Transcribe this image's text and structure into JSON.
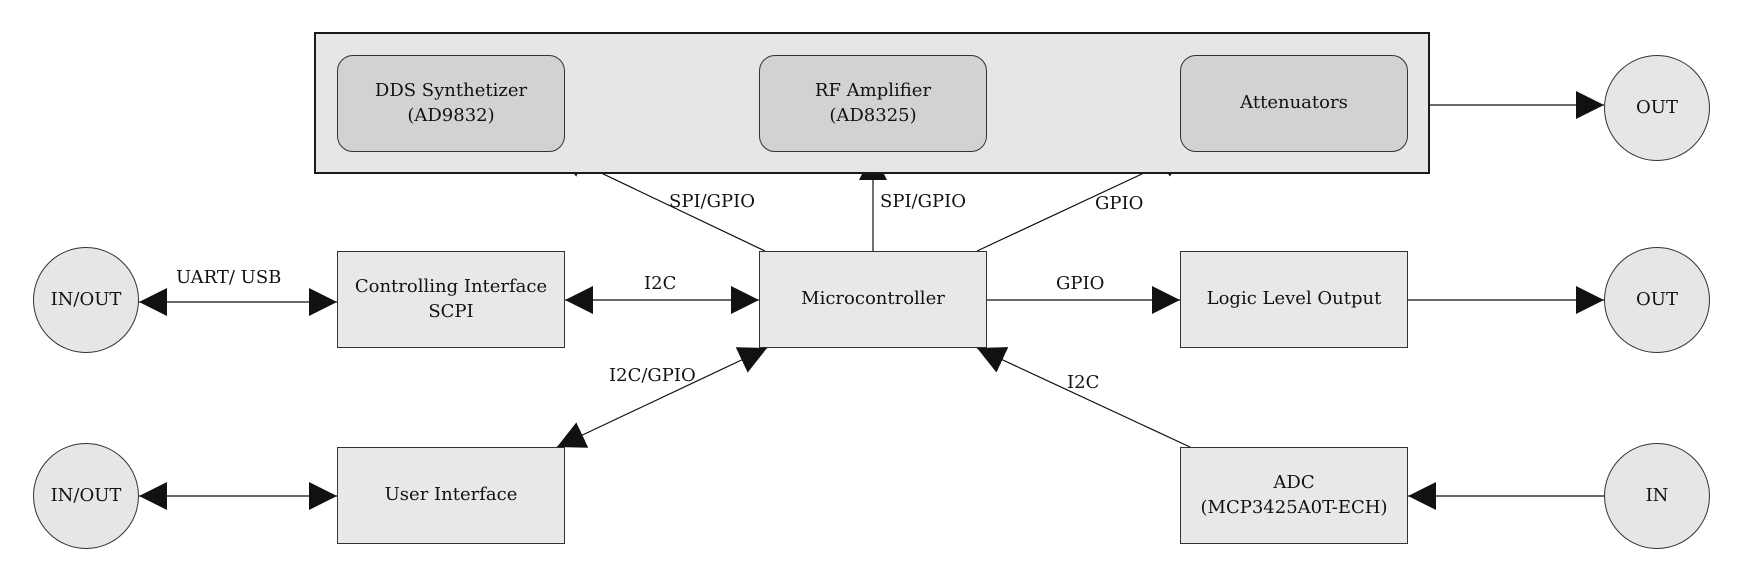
{
  "nodes": {
    "dds": "DDS Synthetizer\n(AD9832)",
    "rfamp": "RF Amplifier\n(AD8325)",
    "atten": "Attenuators",
    "out_top": "OUT",
    "ctrl": "Controlling Interface\nSCPI",
    "mcu": "Microcontroller",
    "logic": "Logic Level Output",
    "out_mid": "OUT",
    "inout_mid": "IN/OUT",
    "inout_bot": "IN/OUT",
    "ui": "User Interface",
    "adc": "ADC\n(MCP3425A0T-ECH)",
    "in_bot": "IN"
  },
  "edge_labels": {
    "mcu_dds": "SPI/GPIO",
    "mcu_rfamp": "SPI/GPIO",
    "mcu_atten": "GPIO",
    "inout_ctrl": "UART/ USB",
    "ctrl_mcu": "I2C",
    "mcu_logic": "GPIO",
    "ui_mcu": "I2C/GPIO",
    "adc_mcu": "I2C"
  },
  "colors": {
    "group_fill": "#e6e6e6",
    "rounded_fill": "#d2d2d2",
    "box_fill": "#e8e8e8",
    "line": "#111111"
  }
}
